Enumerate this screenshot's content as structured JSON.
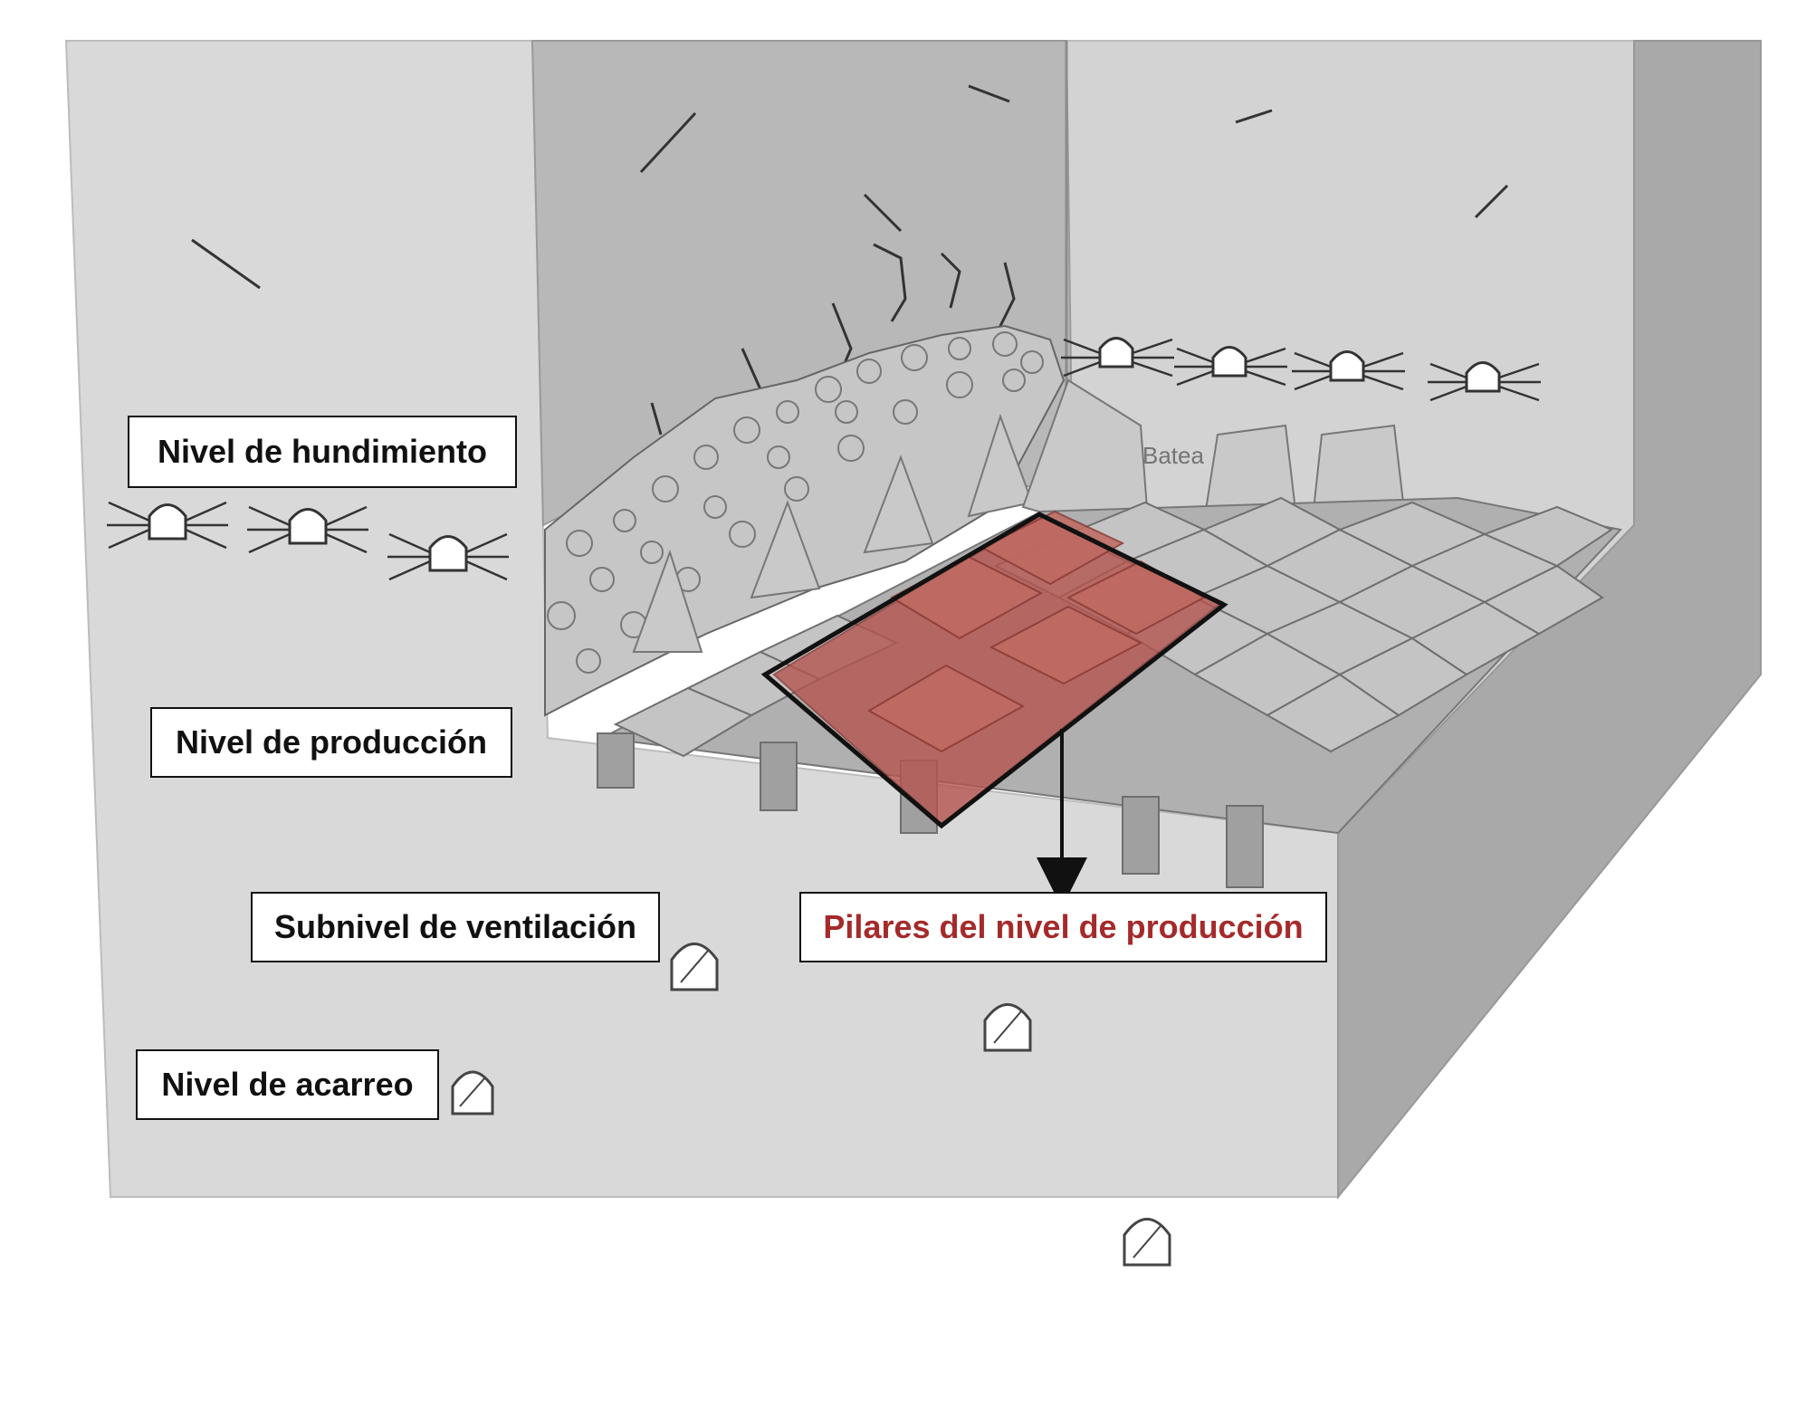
{
  "diagram": {
    "labels": {
      "hundimiento": "Nivel de hundimiento",
      "produccion": "Nivel de producción",
      "ventilacion": "Subnivel de ventilación",
      "acarreo": "Nivel de acarreo",
      "pilares": "Pilares del nivel de producción",
      "batea": "Batea"
    },
    "colors": {
      "highlight_fill": "#b5554f",
      "highlight_label_text": "#a52a2a",
      "rock_face": "#d9d9d9",
      "rock_side": "#a9a9a9",
      "cave_back": "#b8b8b8",
      "outline": "#111111"
    }
  }
}
